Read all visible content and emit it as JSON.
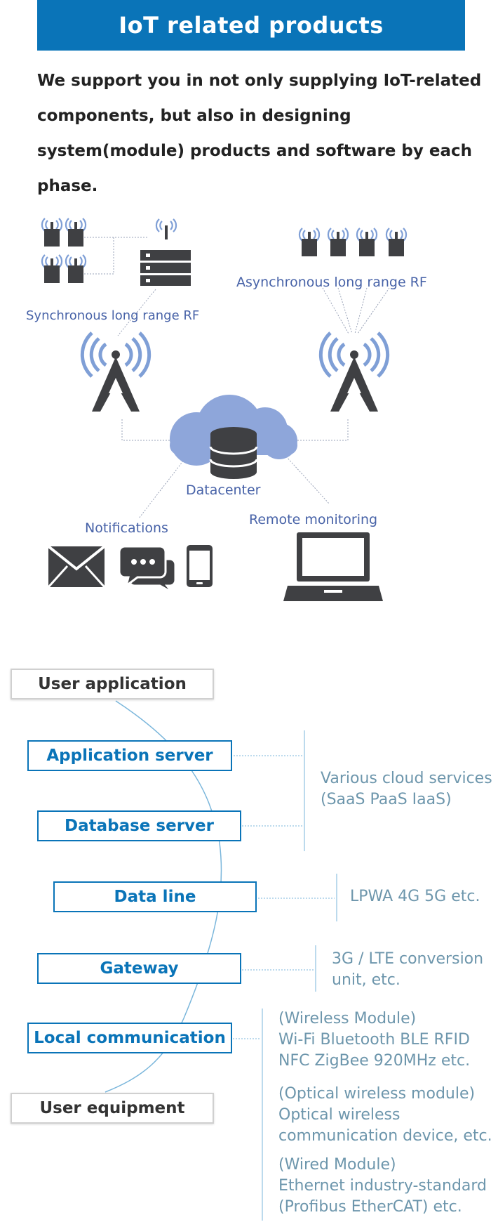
{
  "header": {
    "title": "IoT related products"
  },
  "intro": {
    "text": "We support you in not only supplying IoT-related components, but also in designing system(module) products and software by each phase."
  },
  "network": {
    "sync_label": "Synchronous long range RF",
    "async_label": "Asynchronous long range RF",
    "datacenter_label": "Datacenter",
    "notifications_label": "Notifications",
    "remote_label": "Remote monitoring",
    "colors": {
      "signal": "#7f9fd6",
      "icon": "#3f4043",
      "cloud": "#8ea6da"
    }
  },
  "stack": {
    "user_application": "User application",
    "application_server": "Application server",
    "database_server": "Database server",
    "data_line": "Data line",
    "gateway": "Gateway",
    "local_communication": "Local communication",
    "user_equipment": "User equipment"
  },
  "notes": {
    "cloud": [
      "Various cloud services",
      "(SaaS PaaS IaaS)"
    ],
    "lpwa": "LPWA 4G 5G etc.",
    "conversion": [
      "3G / LTE conversion",
      "unit, etc."
    ],
    "wireless": [
      "(Wireless Module)",
      "Wi-Fi Bluetooth BLE RFID",
      "NFC ZigBee 920MHz etc."
    ],
    "optical": [
      "(Optical wireless module)",
      "Optical wireless",
      "communication device, etc."
    ],
    "wired": [
      "(Wired Module)",
      "Ethernet industry-standard",
      "(Profibus EtherCAT) etc."
    ]
  }
}
